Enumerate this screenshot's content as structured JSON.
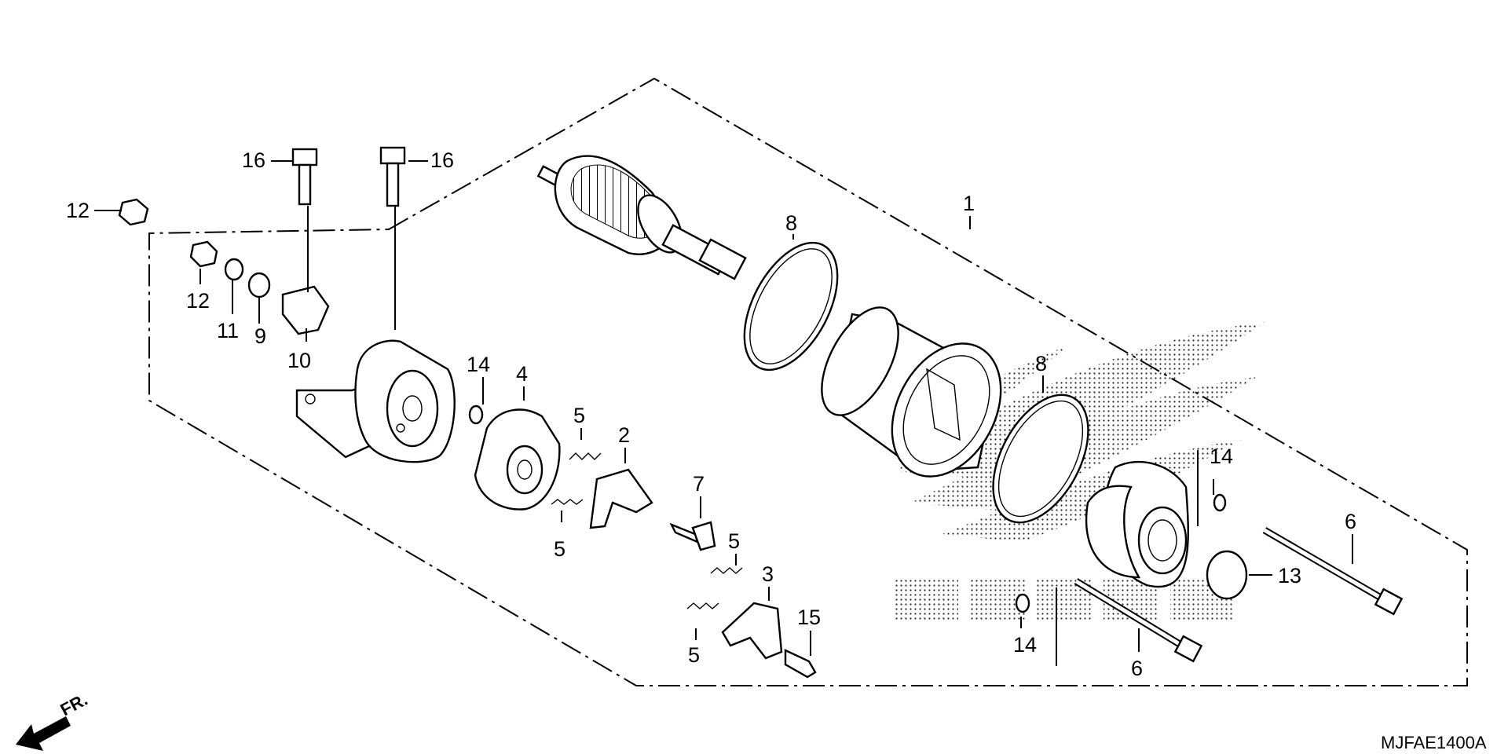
{
  "diagram_code": "MJFAE1400A",
  "front_label": "FR.",
  "callouts": [
    {
      "id": "c1",
      "text": "1"
    },
    {
      "id": "c2",
      "text": "2"
    },
    {
      "id": "c3",
      "text": "3"
    },
    {
      "id": "c4",
      "text": "4"
    },
    {
      "id": "c5a",
      "text": "5"
    },
    {
      "id": "c5b",
      "text": "5"
    },
    {
      "id": "c5c",
      "text": "5"
    },
    {
      "id": "c5d",
      "text": "5"
    },
    {
      "id": "c6a",
      "text": "6"
    },
    {
      "id": "c6b",
      "text": "6"
    },
    {
      "id": "c7",
      "text": "7"
    },
    {
      "id": "c8a",
      "text": "8"
    },
    {
      "id": "c8b",
      "text": "8"
    },
    {
      "id": "c9",
      "text": "9"
    },
    {
      "id": "c10",
      "text": "10"
    },
    {
      "id": "c11",
      "text": "11"
    },
    {
      "id": "c12a",
      "text": "12"
    },
    {
      "id": "c12b",
      "text": "12"
    },
    {
      "id": "c13",
      "text": "13"
    },
    {
      "id": "c14a",
      "text": "14"
    },
    {
      "id": "c14b",
      "text": "14"
    },
    {
      "id": "c14c",
      "text": "14"
    },
    {
      "id": "c15",
      "text": "15"
    },
    {
      "id": "c16a",
      "text": "16"
    },
    {
      "id": "c16b",
      "text": "16"
    }
  ]
}
